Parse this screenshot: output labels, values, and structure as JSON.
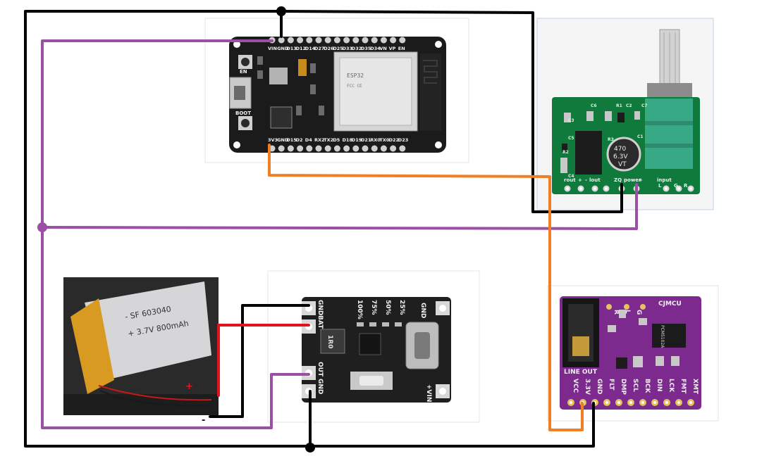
{
  "colors": {
    "gnd_wire": "#000000",
    "vin_wire": "#9b4fa5",
    "audio_wire": "#f07e22",
    "battery_pos_wire": "#e0141c"
  },
  "esp32": {
    "top_pins": [
      "VIN",
      "GND",
      "D13",
      "D12",
      "D14",
      "D27",
      "D26",
      "D25",
      "D33",
      "D32",
      "D35",
      "D34",
      "VN",
      "VP",
      "EN"
    ],
    "bottom_pins": [
      "3V3",
      "GND",
      "D15",
      "D2",
      "D4",
      "RX2",
      "TX2",
      "D5",
      "D18",
      "D19",
      "D21",
      "RX0",
      "TX0",
      "D22",
      "D23"
    ],
    "button_en": "EN",
    "button_boot": "BOOT"
  },
  "amp": {
    "labels": [
      "rout",
      "+",
      "-",
      "lout",
      "ZQ",
      "power",
      "+",
      "input",
      "L",
      "G",
      "R"
    ],
    "cap_text": [
      "470",
      "6.3V",
      "VT"
    ],
    "silk": [
      "C3",
      "C5",
      "C6",
      "C4",
      "R1",
      "R2",
      "C1",
      "C2",
      "C7",
      "R3"
    ]
  },
  "battery": {
    "line1": "- SF  603040",
    "line2": "+ 3.7V 800mAh",
    "plus": "+",
    "minus": "-"
  },
  "charger": {
    "pins_left": [
      "GND",
      "BAT",
      "OUT",
      "GND"
    ],
    "pct": [
      "100%",
      "75%",
      "50%",
      "25%"
    ],
    "gnd_right": "GND",
    "vin": "+VIN",
    "inductor": "1R0"
  },
  "dac": {
    "brand": "CJMCU",
    "jack": "LINE OUT",
    "top_labels": [
      "R",
      "L",
      "G"
    ],
    "pins": [
      "VCC",
      "3.3V",
      "GND",
      "FLT",
      "DMP",
      "SCL",
      "BCK",
      "DIN",
      "LCK",
      "FMT",
      "XMT"
    ],
    "chip_text": "PCM5102A"
  }
}
